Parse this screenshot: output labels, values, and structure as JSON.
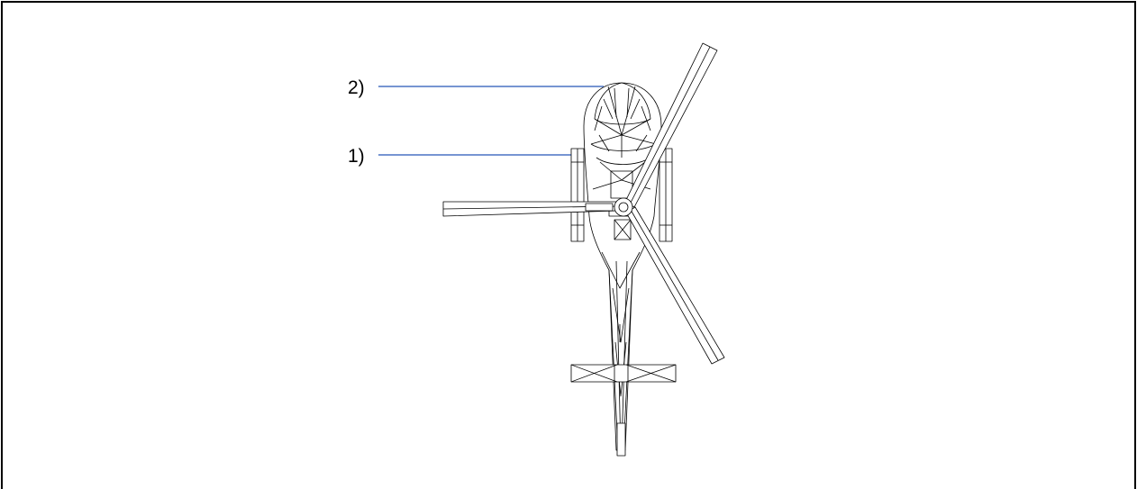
{
  "callouts": [
    {
      "label": "2)"
    },
    {
      "label": "1)"
    }
  ],
  "colors": {
    "border": "#000000",
    "leader_line": "#4a72c4",
    "wireframe": "#000000",
    "background": "#ffffff"
  },
  "icons": [
    "helicopter-top-view-wireframe"
  ]
}
